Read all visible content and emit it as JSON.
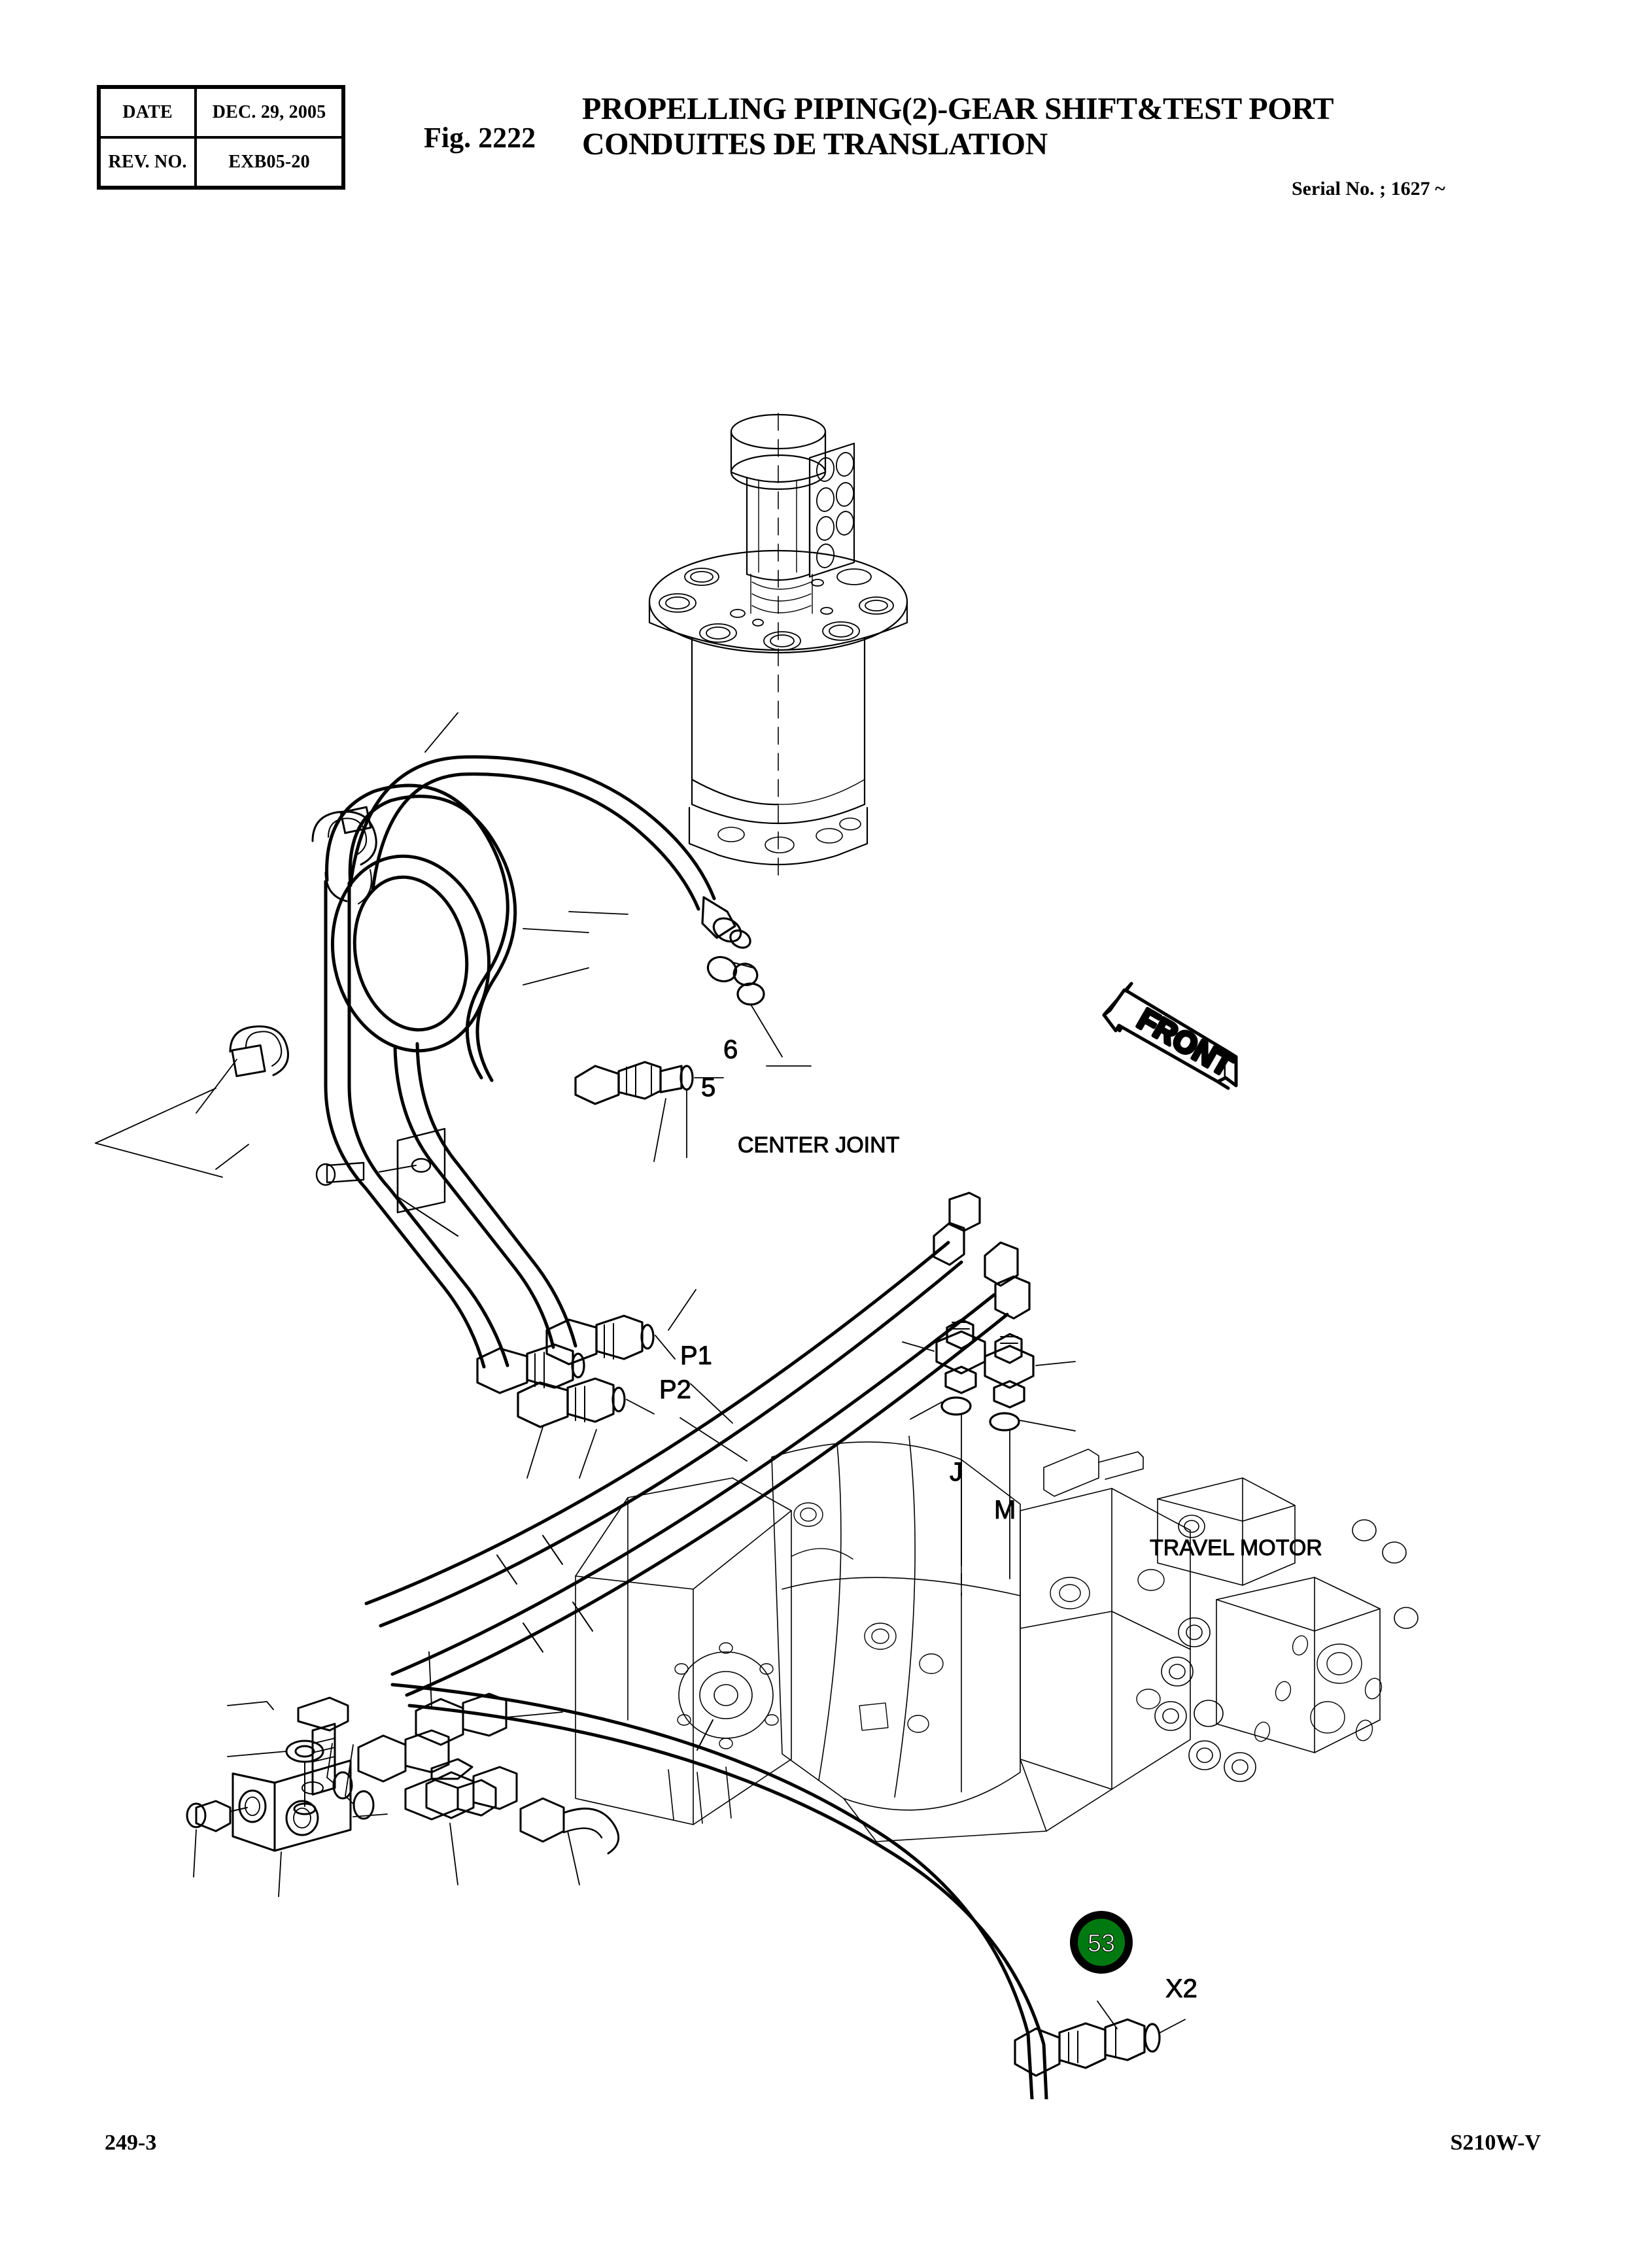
{
  "header": {
    "rev_table": {
      "rows": [
        {
          "key": "DATE",
          "value": "DEC.  29, 2005"
        },
        {
          "key": "REV. NO.",
          "value": "EXB05-20"
        }
      ]
    },
    "figure_number": "Fig. 2222",
    "title_line_1": "PROPELLING PIPING(2)-GEAR SHIFT&TEST PORT",
    "title_line_2": "CONDUITES DE TRANSLATION",
    "serial_no": "Serial No. ; 1627 ~"
  },
  "footer": {
    "page_number": "249-3",
    "model": "S210W-V"
  },
  "diagram": {
    "type": "exploded-parts-assembly",
    "group_labels": [
      {
        "id": "center-joint",
        "text": "CENTER JOINT"
      },
      {
        "id": "travel-motor",
        "text": "TRAVEL MOTOR"
      }
    ],
    "orientation_arrow": {
      "text": "FRONT",
      "direction": "up-left"
    },
    "port_labels": [
      {
        "id": "port-p1",
        "text": "P1"
      },
      {
        "id": "port-p2",
        "text": "P2"
      },
      {
        "id": "port-j",
        "text": "J"
      },
      {
        "id": "port-m",
        "text": "M"
      },
      {
        "id": "port-x2",
        "text": "X2"
      }
    ],
    "item_callouts": [
      {
        "id": "callout-5",
        "text": "5",
        "style": "plain"
      },
      {
        "id": "callout-6",
        "text": "6",
        "style": "plain"
      },
      {
        "id": "callout-53",
        "text": "53",
        "style": "green-badge"
      }
    ],
    "colors": {
      "line": "#000000",
      "badge_fill": "#007A10",
      "badge_ring": "#000000",
      "badge_text": "#ffffff",
      "page_background": "#ffffff"
    }
  }
}
